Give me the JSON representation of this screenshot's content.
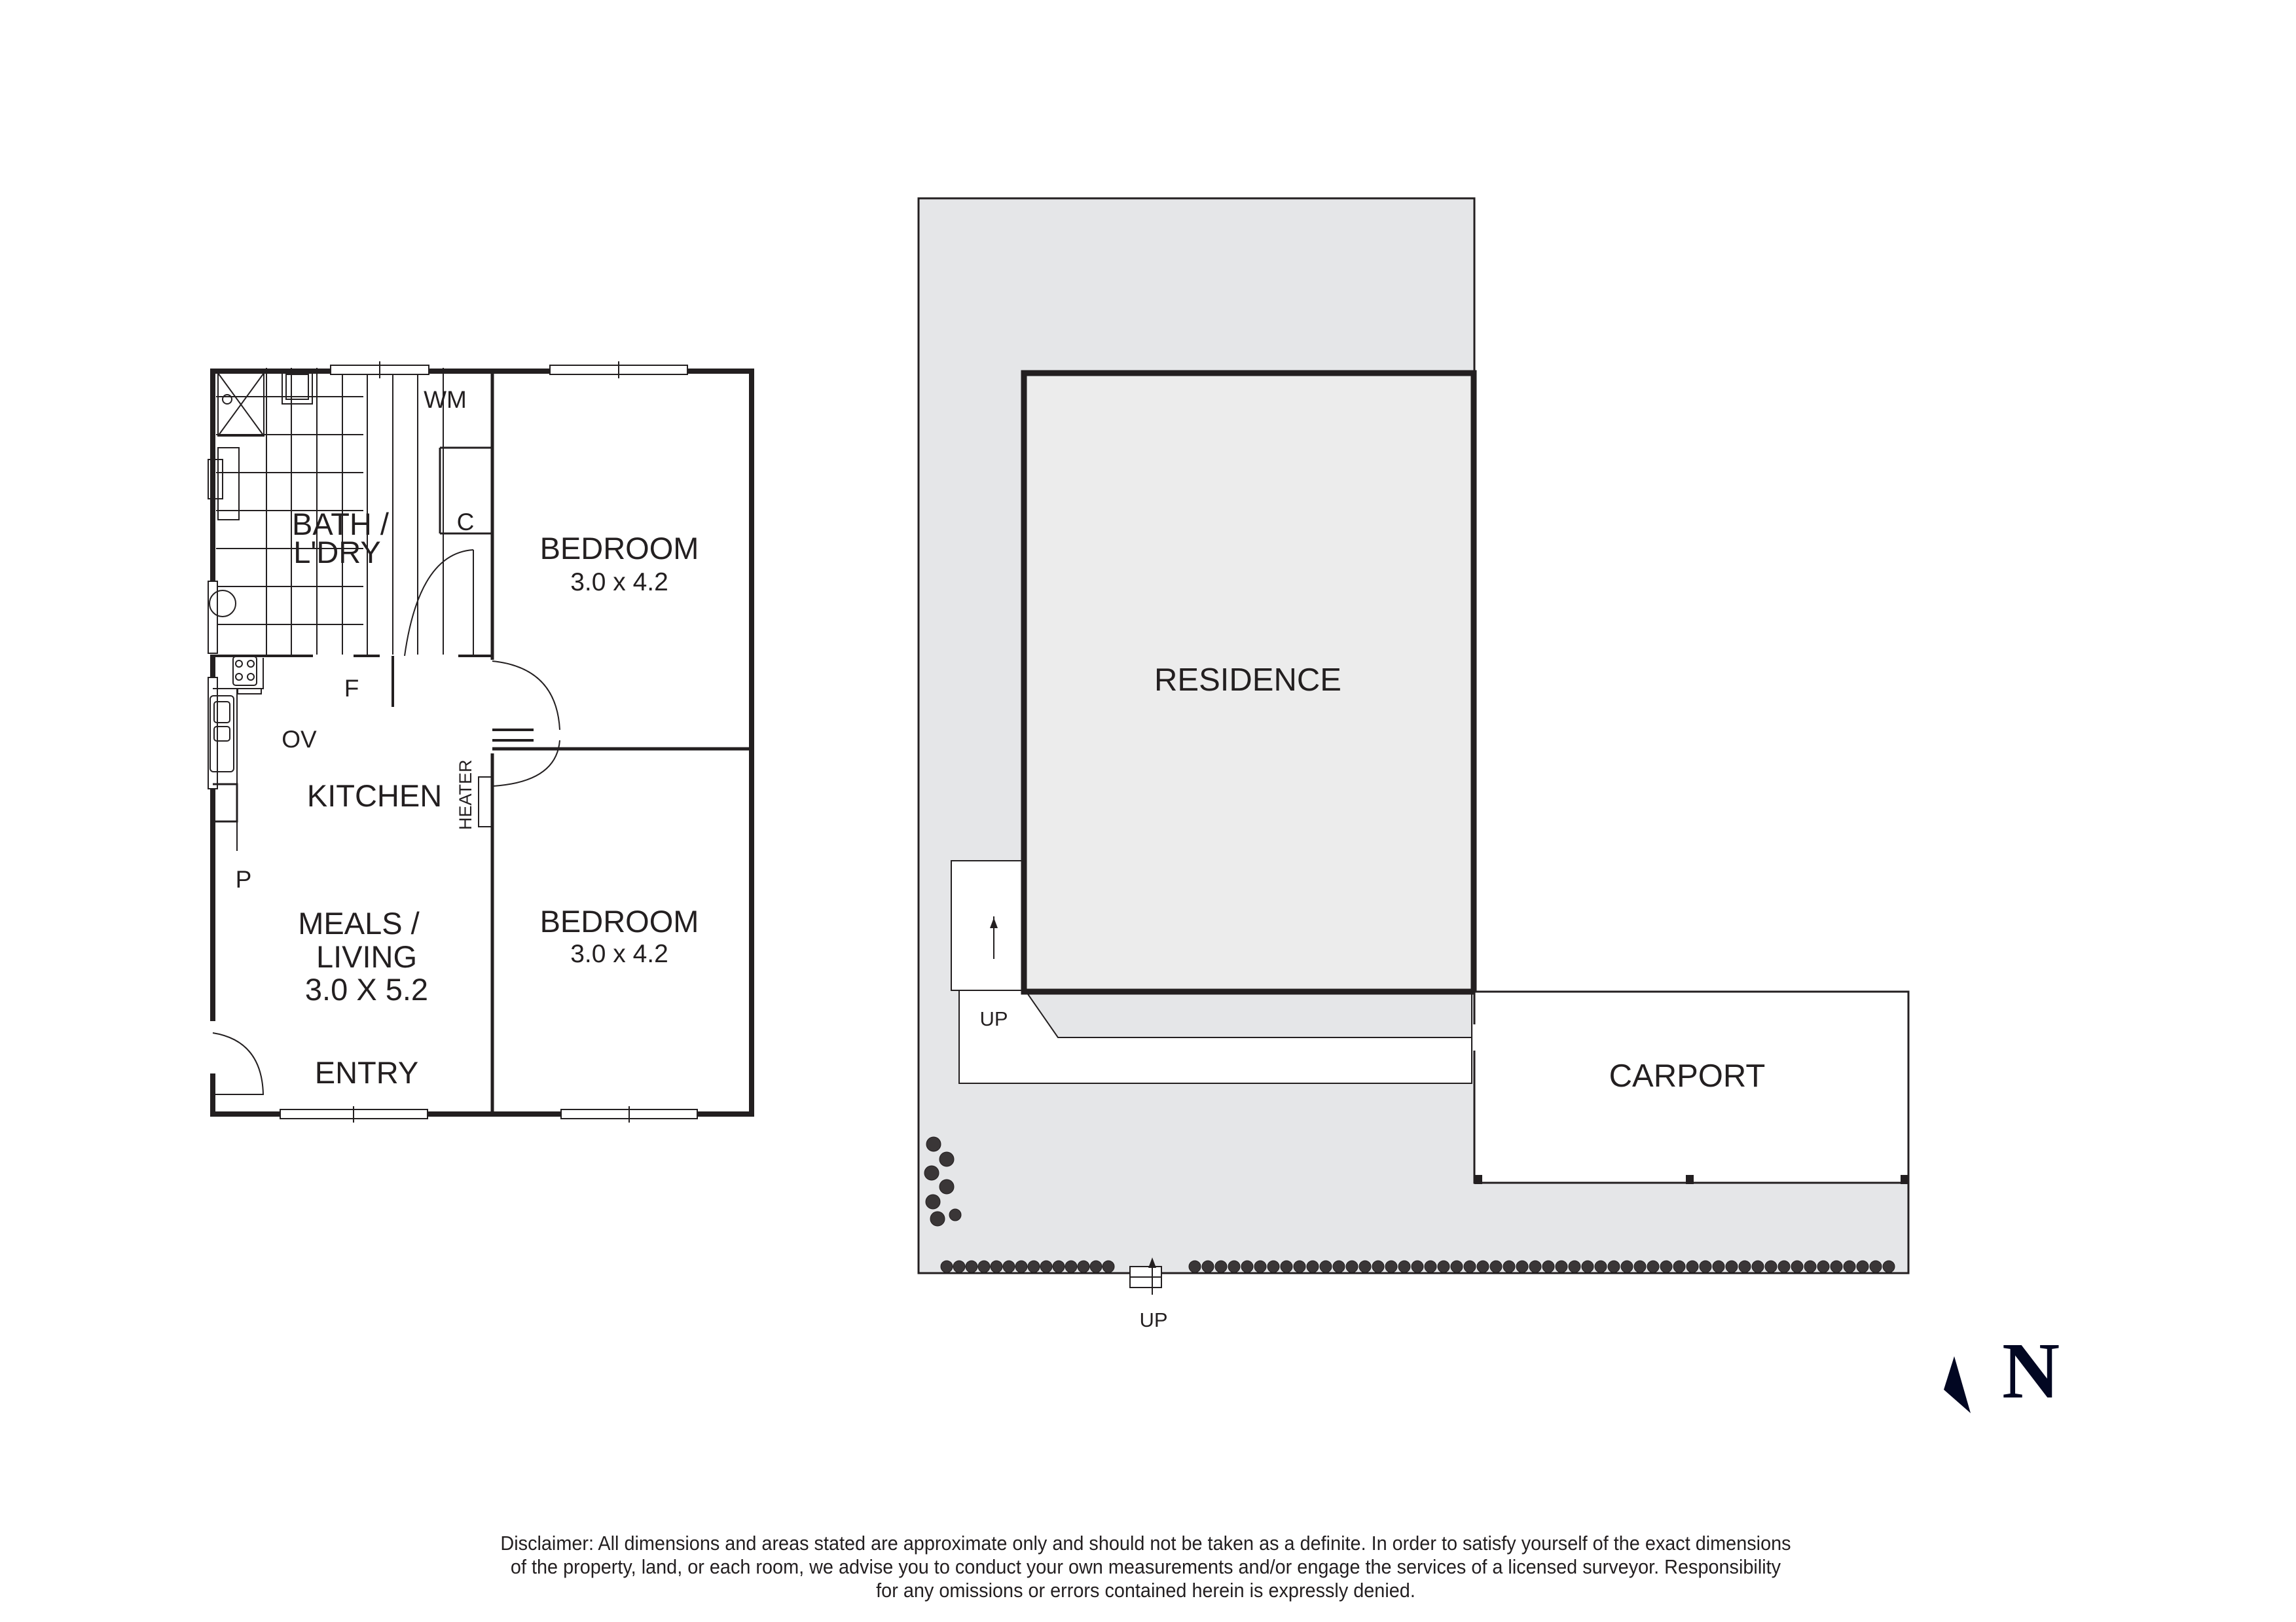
{
  "floor_plan": {
    "rooms": [
      {
        "name": "BATH /",
        "name2": "L'DRY"
      },
      {
        "name": "BEDROOM",
        "size": "3.0 x 4.2"
      },
      {
        "name": "KITCHEN"
      },
      {
        "name": "MEALS /",
        "name2": "LIVING",
        "size": "3.0 X 5.2"
      },
      {
        "name": "BEDROOM",
        "size": "3.0 x 4.2"
      },
      {
        "name": "ENTRY"
      }
    ],
    "fixtures": {
      "wm": "WM",
      "cupboard": "C",
      "fridge": "F",
      "oven": "OV",
      "pantry": "P",
      "heater": "HEATER"
    }
  },
  "site_plan": {
    "residence": "RESIDENCE",
    "carport": "CARPORT",
    "up_side": "UP",
    "up_front": "UP",
    "fill_color": "#e5e6e8",
    "residence_fill": "#ececec"
  },
  "compass": {
    "label": "N",
    "color": "#020722"
  },
  "disclaimer": {
    "line1": "Disclaimer: All dimensions and areas stated are approximate only and should not be taken as a definite. In order to satisfy yourself of the exact dimensions",
    "line2": "of the property, land, or each room, we advise you to conduct your own measurements and/or engage the services of a licensed surveyor. Responsibility",
    "line3": "for any omissions or errors contained herein is expressly denied."
  }
}
